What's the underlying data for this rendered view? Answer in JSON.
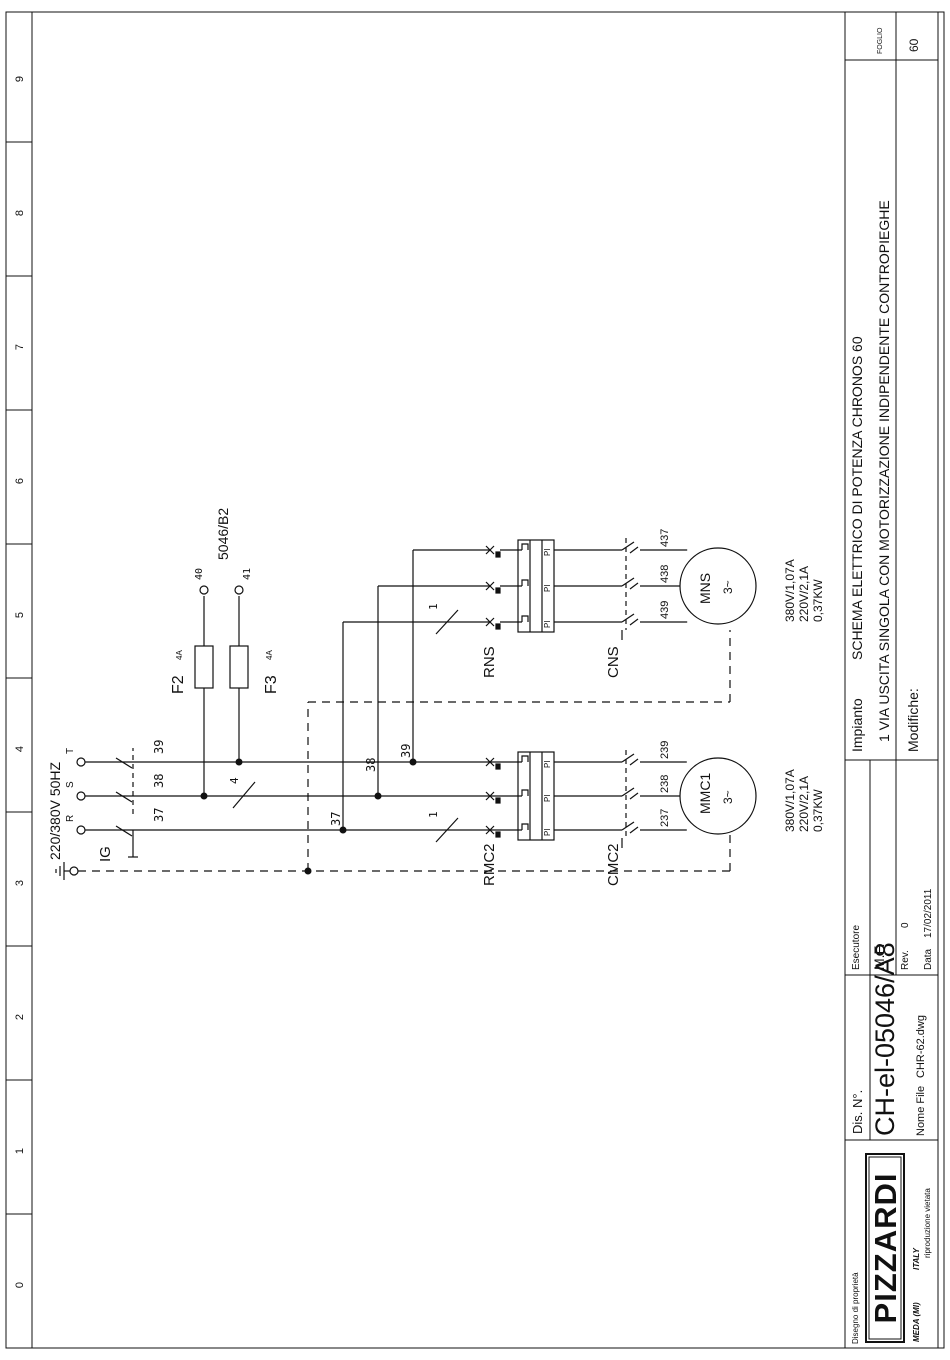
{
  "grid_labels": [
    "0",
    "1",
    "2",
    "3",
    "4",
    "5",
    "6",
    "7",
    "8",
    "9"
  ],
  "supply": {
    "voltage": "220/380V  50HZ",
    "phases": [
      "R",
      "S",
      "T"
    ],
    "wire_nums": [
      "37",
      "38",
      "39"
    ],
    "switch_label": "IG"
  },
  "wires": {
    "n4": "4",
    "n37": "37",
    "n38": "38",
    "n39": "39",
    "n1a": "1",
    "n1b": "1"
  },
  "fuses": [
    {
      "name": "F2",
      "rating": "4A",
      "terminal": "40"
    },
    {
      "name": "F3",
      "rating": "4A",
      "terminal": "41"
    }
  ],
  "fuse_ref": "5046/B2",
  "motor1": {
    "relay": "RMC2",
    "contactor": "CMC2",
    "name": "MMC1",
    "symbol": "3~",
    "terminals": [
      "237",
      "238",
      "239"
    ],
    "specs": [
      "380V/1,07A",
      "220V/2,1A",
      "0,37KW"
    ]
  },
  "motor2": {
    "relay": "RNS",
    "contactor": "CNS",
    "name": "MNS",
    "symbol": "3~",
    "terminals": [
      "439",
      "438",
      "437"
    ],
    "specs": [
      "380V/1,07A",
      "220V/2,1A",
      "0,37KW"
    ]
  },
  "relay_cell": "PI",
  "title_block": {
    "property_label": "Disegno di proprietà",
    "brand": "PIZZARDI",
    "location": "MEDA   (MI)",
    "country": "ITALY",
    "reproduction": "riproduzione vietata",
    "dis_label": "Dis. N°.",
    "dis_number": "CH-el-05046/A8",
    "file_label": "Nome File",
    "file_name": "CHR-62.dwg",
    "esecutore_label": "Esecutore",
    "esecutore": "M.F.",
    "rev_label": "Rev.",
    "rev": "0",
    "date_label": "Data",
    "date": "17/02/2011",
    "impianto_label": "Impianto",
    "title_line1": "SCHEMA ELETTRICO DI POTENZA CHRONOS 60",
    "title_line2": "1 VIA USCITA SINGOLA CON MOTORIZZAZIONE INDIPENDENTE CONTROPIEGHE",
    "modifiche_label": "Modifiche:",
    "foglio_label": "FOGLIO",
    "foglio": "60"
  }
}
